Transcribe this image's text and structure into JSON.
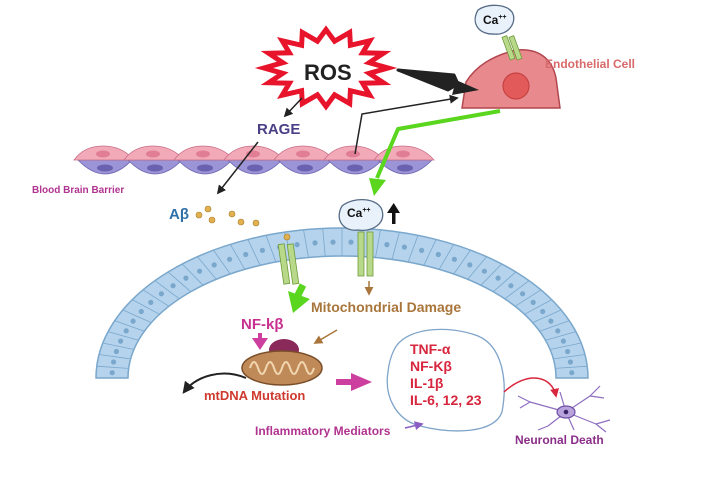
{
  "labels": {
    "ros": "ROS",
    "rage": "RAGE",
    "blood_brain_barrier": "Blood Brain Barrier",
    "abeta": "Aβ",
    "endothelial_cell": "Endothelial Cell",
    "calcium_base": "Ca",
    "calcium_charge": "++",
    "mitochondrial_damage": "Mitochondrial Damage",
    "nfkb": "NF-kβ",
    "mtdna_mutation": "mtDNA Mutation",
    "inflammatory_mediators": "Inflammatory Mediators",
    "neuronal_death": "Neuronal Death"
  },
  "mediators": [
    "TNF-α",
    "NF-Kβ",
    "IL-1β",
    "IL-6, 12, 23"
  ],
  "colors": {
    "ros_border": "#e8142b",
    "green_arrow": "#5ad61e",
    "magenta_arrow": "#cc3f9f",
    "brown_arrow": "#a8753b",
    "barrier_cells": "#f2aab8",
    "barrier_underlayer": "#9b94d6",
    "membrane_cells": "#b5d3ec",
    "endothelial_body": "#e8898d",
    "endothelial_nucleus": "#e35a5a",
    "channel_green": "#b8d98a",
    "mitochondria": "#c08a58"
  },
  "icons": [
    "ros-burst-icon",
    "calcium-ion-icon",
    "endothelial-cell-icon",
    "mitochondria-icon",
    "neuron-icon",
    "ion-channel-icon",
    "up-arrow-icon"
  ]
}
